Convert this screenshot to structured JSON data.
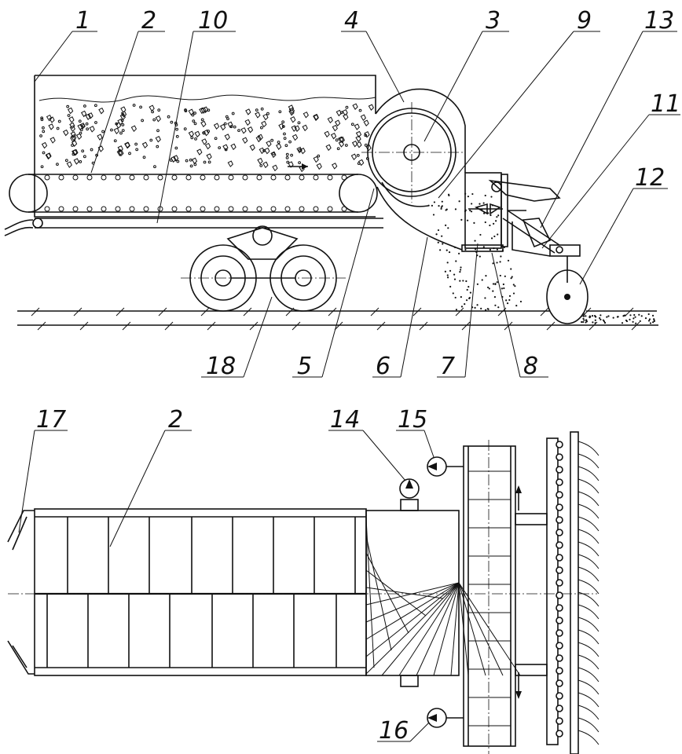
{
  "callouts_side_view": [
    "1",
    "2",
    "10",
    "4",
    "3",
    "9",
    "13",
    "11",
    "12",
    "18",
    "5",
    "6",
    "7",
    "8"
  ],
  "callouts_plan_view": [
    "17",
    "2",
    "14",
    "15",
    "16"
  ],
  "line_color": "#111111",
  "background": "#ffffff"
}
